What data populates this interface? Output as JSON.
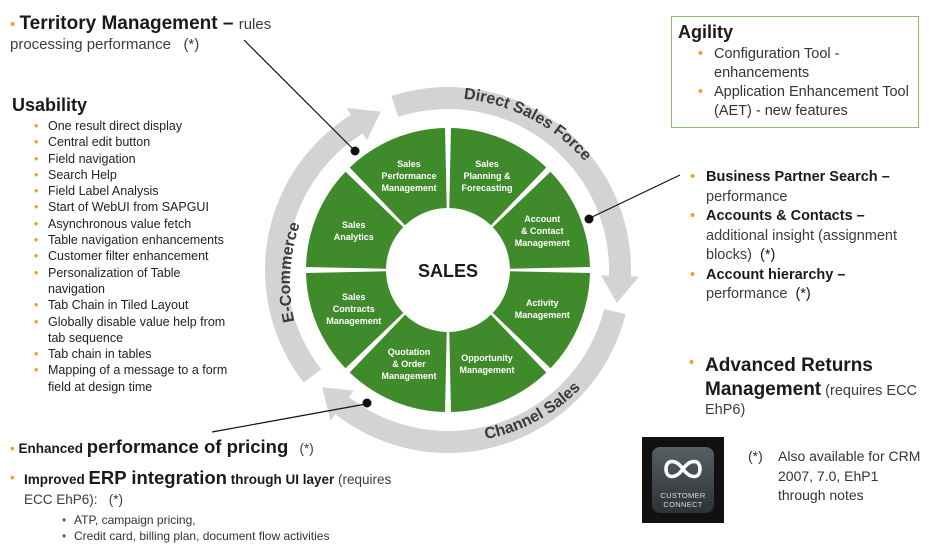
{
  "territory": {
    "title": "Territory Management",
    "dash": " – ",
    "rest": "rules processing performance",
    "note": "(*)"
  },
  "usability": {
    "title": "Usability",
    "items": [
      "One result direct display",
      "Central edit button",
      "Field navigation",
      "Search Help",
      "Field Label Analysis",
      "Start of WebUI from SAPGUI",
      "Asynchronous value fetch",
      "Table navigation enhancements",
      "Customer filter enhancement",
      "Personalization of Table navigation",
      "Tab Chain in Tiled Layout",
      "Globally disable value help from tab sequence",
      "Tab chain in tables",
      "Mapping of a message to a form field at design time"
    ]
  },
  "agility": {
    "title": "Agility",
    "items": [
      "Configuration Tool - enhancements",
      "Application Enhancement Tool (AET) -  new features"
    ]
  },
  "business_partner": {
    "items": [
      {
        "bold": "Business Partner Search –",
        "rest": "performance"
      },
      {
        "bold": "Accounts & Contacts –",
        "rest": "additional insight (assignment blocks)",
        "note": "(*)"
      },
      {
        "bold": "Account hierarchy –",
        "rest": "performance",
        "note": "(*)"
      }
    ]
  },
  "returns": {
    "title": "Advanced Returns Management",
    "rest": "(requires ECC EhP6)"
  },
  "pricing": {
    "prefix": "Enhanced",
    "big": "performance of pricing",
    "note": "(*)"
  },
  "erp": {
    "prefix": "Improved",
    "big": "ERP integration",
    "suffix": "through UI layer",
    "rest": "(requires ECC EhP6):",
    "note": "(*)",
    "items": [
      "ATP, campaign pricing,",
      "Credit card, billing plan, document flow activities"
    ]
  },
  "note": {
    "star": "(*)",
    "text": "Also available for CRM 2007, 7.0, EhP1 through notes"
  },
  "logo": {
    "caption_line1": "CUSTOMER",
    "caption_line2": "CONNECT"
  },
  "diagram": {
    "center": "SALES",
    "ring_labels": [
      "Direct Sales Force",
      "Channel Sales",
      "E-Commerce"
    ],
    "segments": [
      {
        "lines": [
          "Sales",
          "Performance",
          "Management"
        ]
      },
      {
        "lines": [
          "Sales",
          "Planning &",
          "Forecasting"
        ]
      },
      {
        "lines": [
          "Account",
          "& Contact",
          "Management"
        ]
      },
      {
        "lines": [
          "Activity",
          "Management"
        ]
      },
      {
        "lines": [
          "Opportunity",
          "Management"
        ]
      },
      {
        "lines": [
          "Quotation",
          "& Order",
          "Management"
        ]
      },
      {
        "lines": [
          "Sales",
          "Contracts",
          "Management"
        ]
      },
      {
        "lines": [
          "Sales",
          "Analytics"
        ]
      }
    ],
    "colors": {
      "segment": "#3f8a2b",
      "ring": "#d3d3d3",
      "bullet": "#f0a020"
    }
  }
}
